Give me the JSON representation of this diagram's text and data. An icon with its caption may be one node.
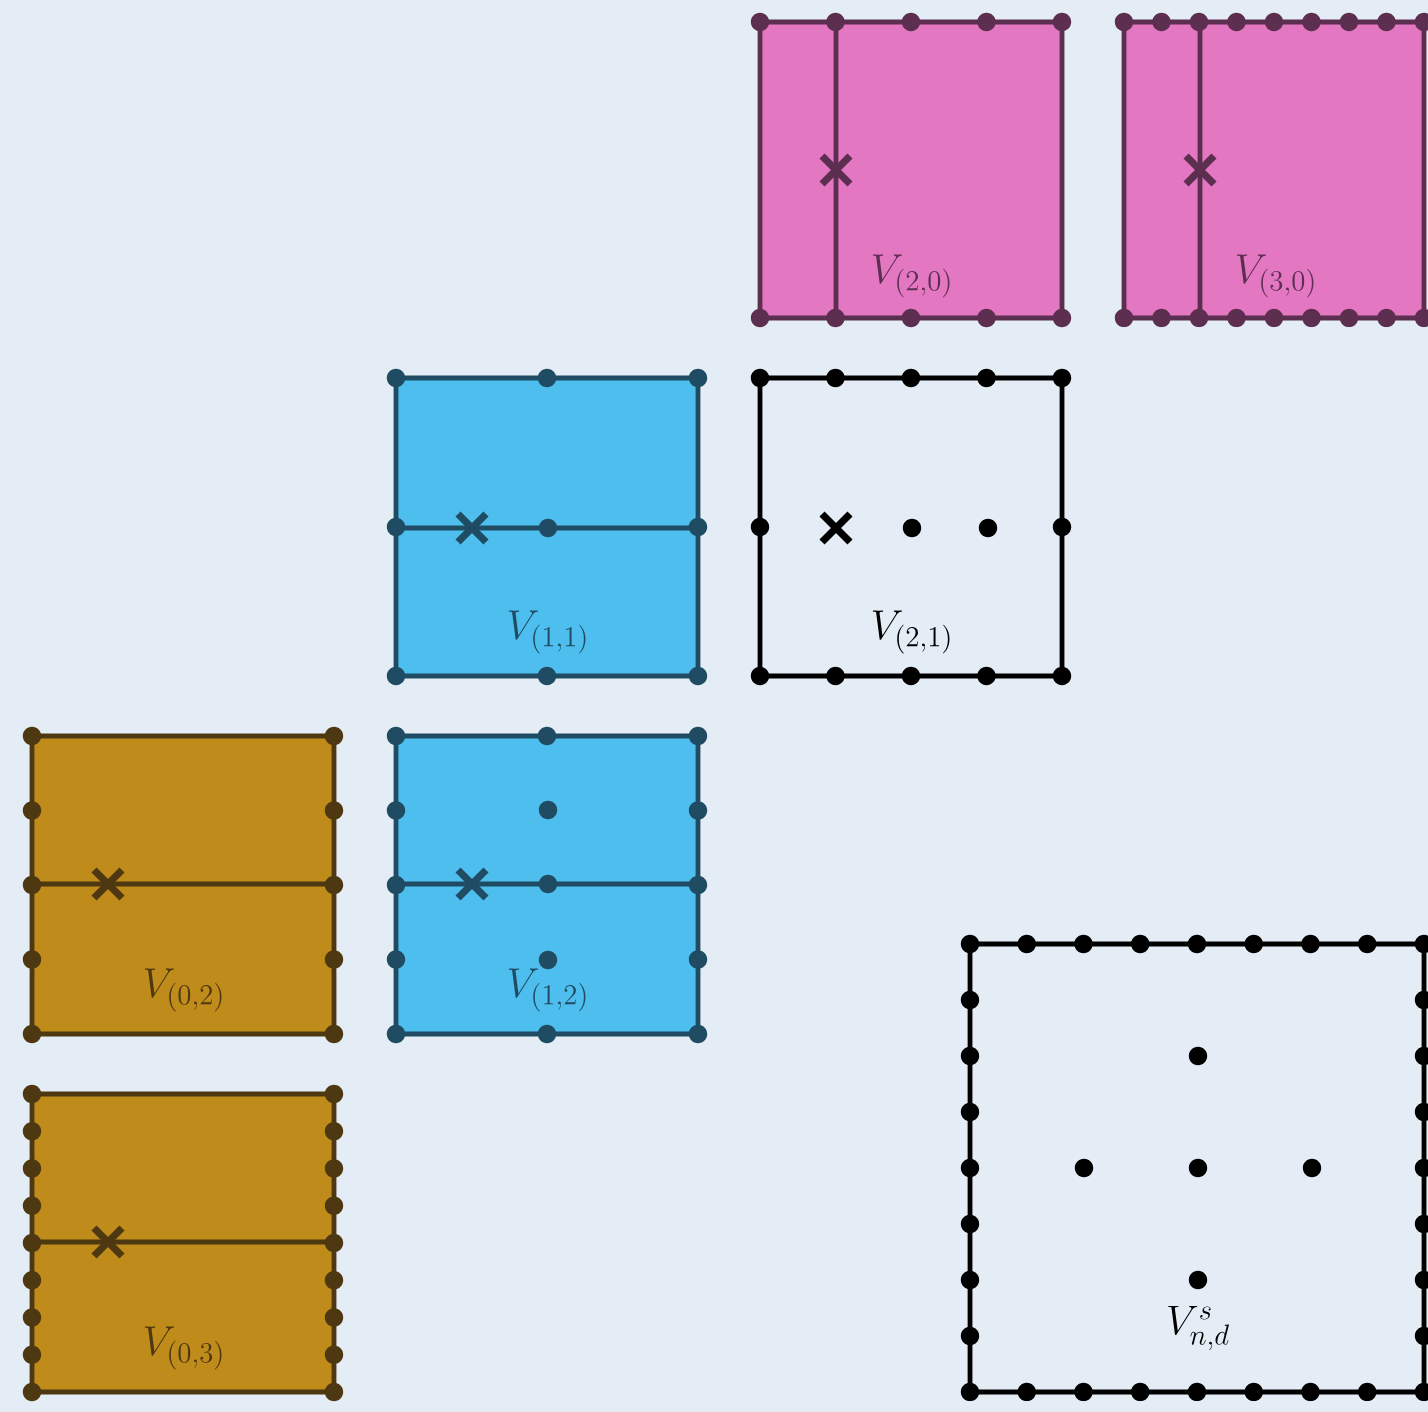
{
  "diagram": {
    "nodes": [
      {
        "text": [
          "V_{(2,0)}"
        ]
      },
      {
        "text": [
          "V_{(3,0)}"
        ]
      },
      {
        "text": [
          "V_{(1,1)}"
        ]
      },
      {
        "text": [
          "V_{(2,1)}"
        ]
      },
      {
        "text": [
          "V_{(0,2)}"
        ]
      },
      {
        "text": [
          "V_{(1,2)}"
        ]
      },
      {
        "text": [
          "V_{(0,3)}"
        ]
      },
      {
        "text": [
          "V_{n,d}^{s}"
        ]
      }
    ]
  }
}
